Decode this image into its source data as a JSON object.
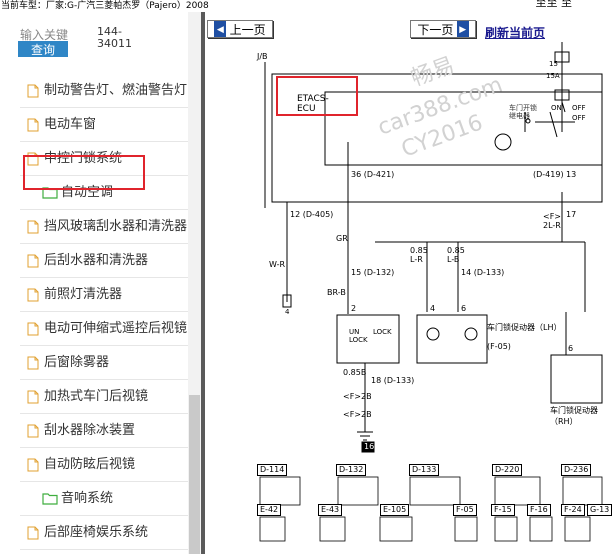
{
  "topbar": {
    "vehicle": "当前车型：厂家:G-广汽三菱帕杰罗（Pajero）2008",
    "right_text": "至至  至"
  },
  "search": {
    "placeholder": "输入关键",
    "button": "查询",
    "code_line1": "144-",
    "code_line2": "34011"
  },
  "file_list": [
    {
      "type": "file",
      "label": "制动警告灯、燃油警告灯"
    },
    {
      "type": "file",
      "label": "电动车窗"
    },
    {
      "type": "file",
      "label": "中控门锁系统",
      "selected": true
    },
    {
      "type": "folder",
      "label": "自动空调"
    },
    {
      "type": "file",
      "label": "挡风玻璃刮水器和清洗器"
    },
    {
      "type": "file",
      "label": "后刮水器和清洗器"
    },
    {
      "type": "file",
      "label": "前照灯清洗器"
    },
    {
      "type": "file",
      "label": "电动可伸缩式遥控后视镜"
    },
    {
      "type": "file",
      "label": "后窗除雾器"
    },
    {
      "type": "file",
      "label": "加热式车门后视镜"
    },
    {
      "type": "file",
      "label": "刮水器除冰装置"
    },
    {
      "type": "file",
      "label": "自动防眩后视镜"
    },
    {
      "type": "folder",
      "label": "音响系统"
    },
    {
      "type": "file",
      "label": "后部座椅娱乐系统"
    }
  ],
  "nav": {
    "prev": "上一页",
    "next": "下一页",
    "refresh": "刷新当前页"
  },
  "watermark": {
    "line1": "畅易",
    "line2": "car388.com",
    "line3": "CY2016"
  },
  "schematic": {
    "j_b": "J/B",
    "etacs1": "ETACS-",
    "etacs2": "ECU",
    "conn_d421": "36 (D-421)",
    "conn_d419": "(D-419)",
    "pin_13": "13",
    "pin_17": "17",
    "conn_d405": "12 (D-405)",
    "f2l": "<F>",
    "f2l_b": "2L-R",
    "gr": "GR",
    "wr": "W-R",
    "conn_d132": "15 (D-132)",
    "conn_d133": "14 (D-133)",
    "br_b": "BR-B",
    "pin_2": "2",
    "pin_4": "4",
    "pin_6": "6",
    "un_lock": "UN",
    "lock": "LOCK",
    "lock2": "LOCK",
    "actuator_lh": "车门锁促动器（LH）",
    "actuator_rh": "车门锁促动器（RH）",
    "f05": "(F-05)",
    "wire_085b": "0.85B",
    "conn_d133_18": "18 (D-133)",
    "f2b": "<F>2B",
    "f2b_b": "<F>2B",
    "ground16": "16",
    "relay1": "车门开锁",
    "relay2": "继电器",
    "fuse15a": "15A",
    "fuse_num": "15",
    "on": "ON",
    "off": "OFF",
    "off2": "OFF",
    "w085_lr": "0.85\nL-R",
    "w085_lb": "0.85\nL-B",
    "conn_labels": [
      "D-114",
      "D-132",
      "D-133",
      "D-220",
      "D-236",
      "E-42",
      "E-43",
      "E-105",
      "F-05",
      "F-15",
      "F-16",
      "F-24",
      "G-13"
    ],
    "pin_4_ground": "4"
  }
}
